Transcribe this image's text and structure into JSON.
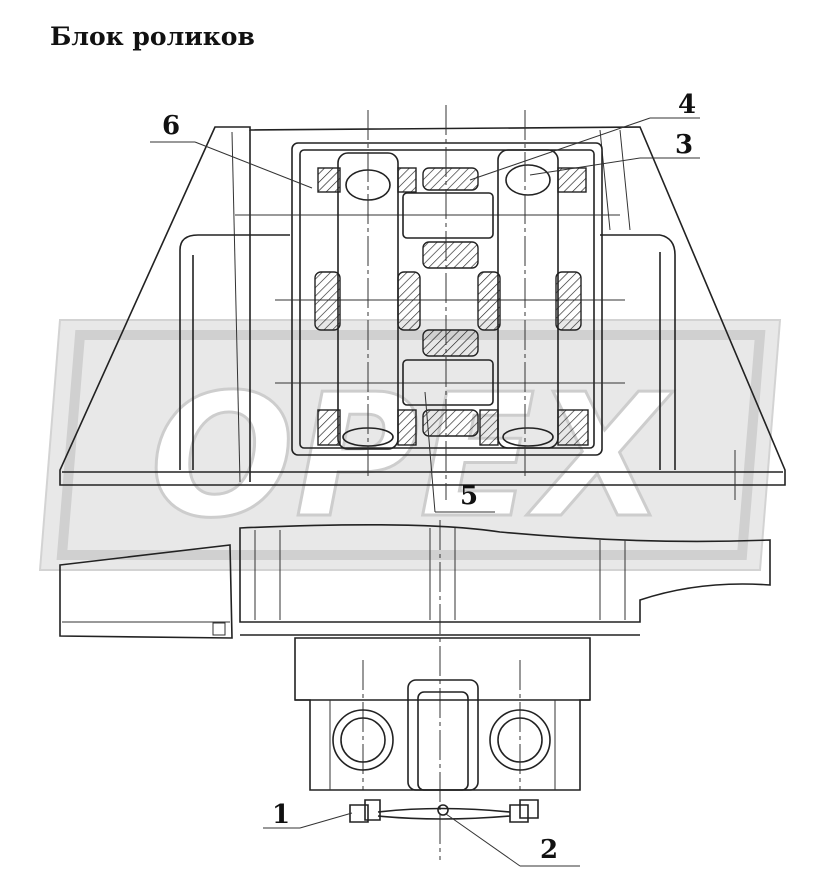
{
  "title": "Блок роликов",
  "watermark": "OPEX",
  "callouts": [
    "1",
    "2",
    "3",
    "4",
    "5",
    "6"
  ],
  "colors": {
    "line": "#222222",
    "watermark": "#d9d9d9",
    "background": "#ffffff"
  }
}
